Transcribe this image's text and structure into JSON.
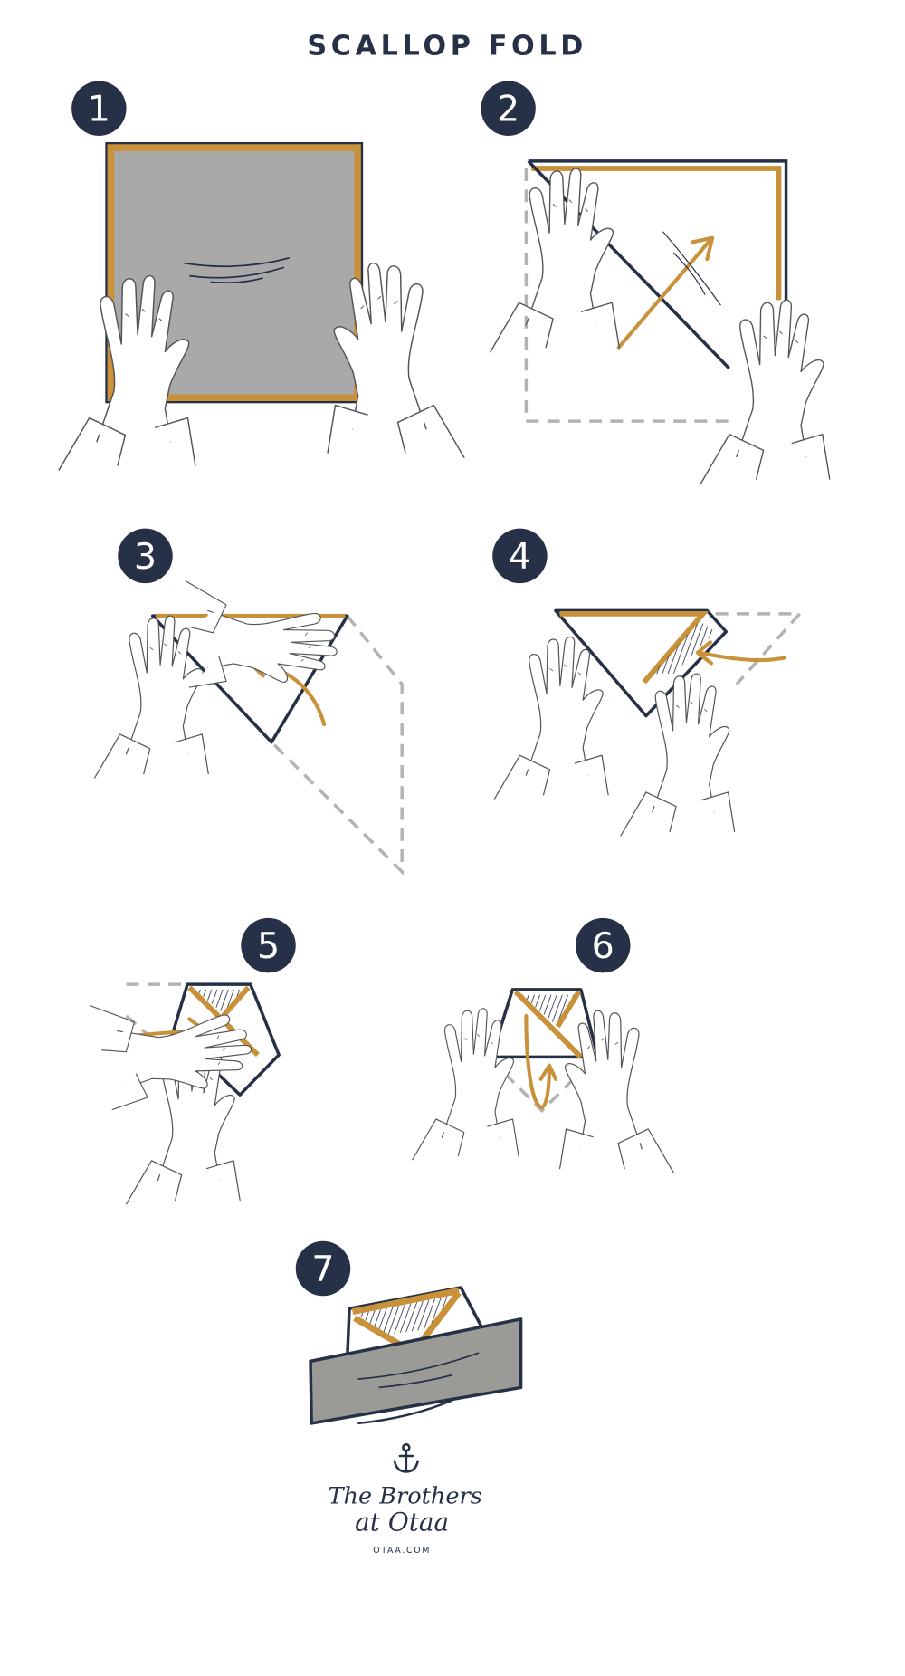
{
  "title": "SCALLOP FOLD",
  "steps": [
    {
      "number": "1"
    },
    {
      "number": "2"
    },
    {
      "number": "3"
    },
    {
      "number": "4"
    },
    {
      "number": "5"
    },
    {
      "number": "6"
    },
    {
      "number": "7"
    }
  ],
  "logo": {
    "line1": "The Brothers",
    "line2": "at Otaa",
    "url": "OTAA.COM",
    "icon": "anchor-icon"
  },
  "colors": {
    "navy": "#263046",
    "gold": "#c8913a",
    "cloth_gray": "#a9a9a9",
    "dashed_gray": "#b3b3b3"
  }
}
